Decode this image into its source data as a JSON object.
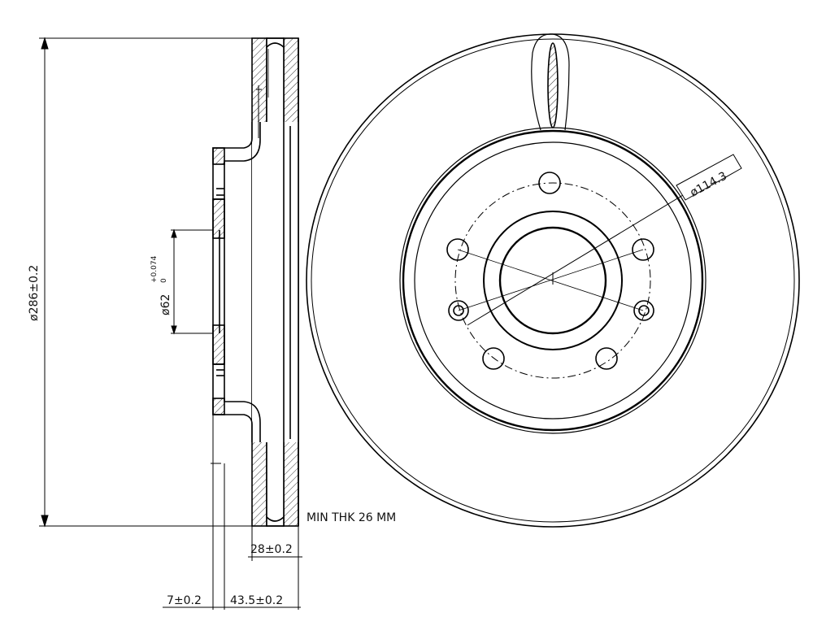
{
  "section_view": {
    "diameter_label": "ø286±0.2",
    "bore_label": "ø62",
    "bore_tol_upper": "+0.074",
    "bore_tol_lower": "0",
    "min_thickness_label": "MIN THK 26 MM",
    "thickness_label": "28±0.2",
    "offset_label": "7±0.2",
    "height_label": "43.5±0.2"
  },
  "front_view": {
    "pcd_label": "ø114.3",
    "stud_holes": 5,
    "threaded_holes": 2
  },
  "colors": {
    "line": "#000000",
    "hatch": "#333333",
    "background": "#ffffff"
  }
}
